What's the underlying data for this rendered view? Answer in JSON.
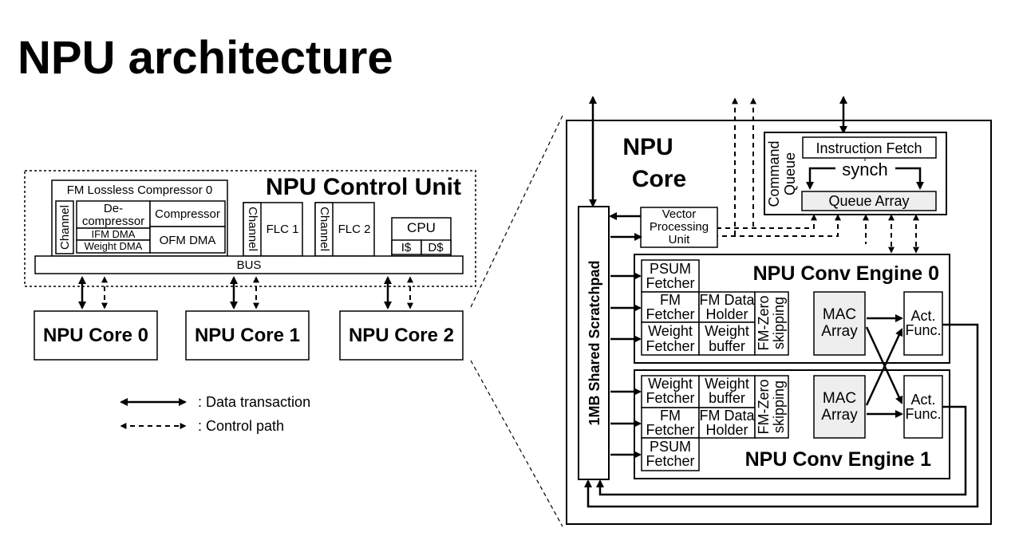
{
  "title": "NPU architecture",
  "control_unit": {
    "title": "NPU Control Unit",
    "fm_compressor": "FM Lossless Compressor 0",
    "channel": "Channel",
    "decompressor_line1": "De-",
    "decompressor_line2": "compressor",
    "compressor": "Compressor",
    "ifm_dma": "IFM DMA",
    "weight_dma": "Weight DMA",
    "ofm_dma": "OFM DMA",
    "flc1": "FLC 1",
    "flc2": "FLC 2",
    "cpu": "CPU",
    "icache": "I$",
    "dcache": "D$",
    "bus": "BUS"
  },
  "cores": [
    "NPU Core 0",
    "NPU Core 1",
    "NPU Core 2"
  ],
  "legend": {
    "data": ": Data transaction",
    "control": ": Control path"
  },
  "core_detail": {
    "title_line1": "NPU",
    "title_line2": "Core",
    "command_queue_line1": "Command",
    "command_queue_line2": "Queue",
    "instruction_fetch": "Instruction Fetch",
    "synch": "synch",
    "queue_array": "Queue Array",
    "vpu_line1": "Vector",
    "vpu_line2": "Processing",
    "vpu_line3": "Unit",
    "scratchpad": "1MB Shared Scratchpad",
    "engine0_title": "NPU Conv Engine 0",
    "engine1_title": "NPU Conv Engine 1",
    "psum_fetcher": [
      "PSUM",
      "Fetcher"
    ],
    "fm_fetcher": [
      "FM",
      "Fetcher"
    ],
    "weight_fetcher": [
      "Weight",
      "Fetcher"
    ],
    "fm_data_holder": [
      "FM Data",
      "Holder"
    ],
    "weight_buffer": [
      "Weight",
      "buffer"
    ],
    "fm_zero_skipping": [
      "FM-Zero",
      "skipping"
    ],
    "mac_array": [
      "MAC",
      "Array"
    ],
    "act_func": [
      "Act.",
      "Func."
    ]
  }
}
